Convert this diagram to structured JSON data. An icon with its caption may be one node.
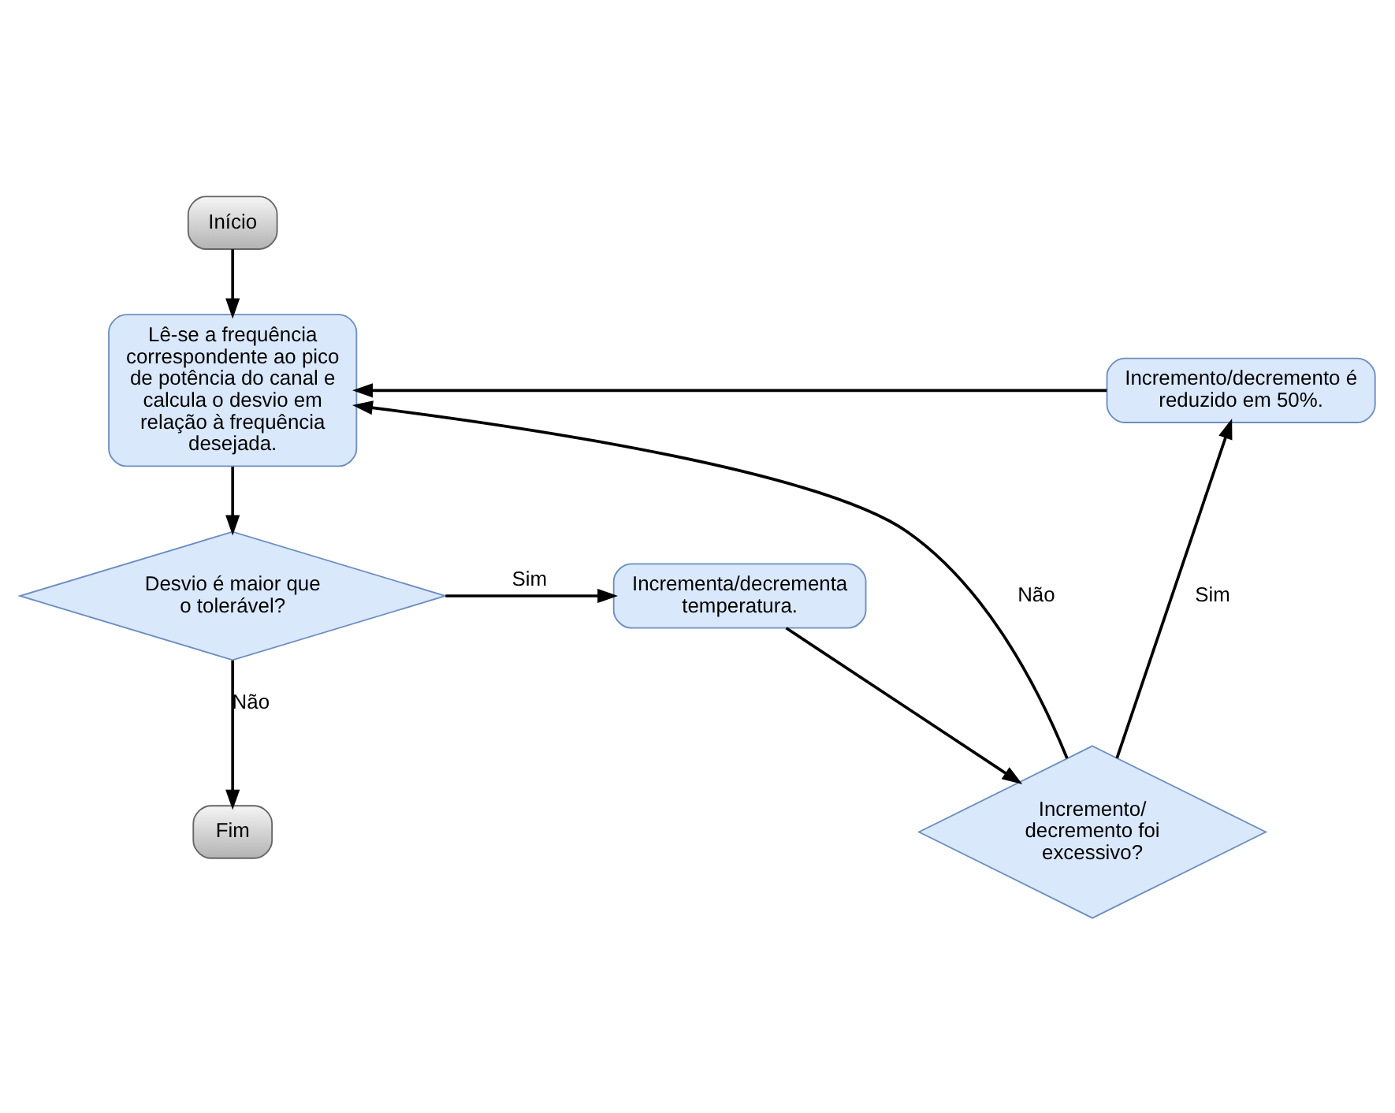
{
  "diagram": {
    "nodes": [
      {
        "text": [
          "Início"
        ]
      },
      {
        "text": [
          "Lê-se a frequência correspondente ao pico de potência do canal e calcula o desvio em relação à frequência desejada."
        ]
      },
      {
        "text": [
          "Desvio é maior que o tolerável?"
        ]
      },
      {
        "text": [
          "Incrementa/decrementa temperatura."
        ]
      },
      {
        "text": [
          "Incremento/ decremento foi excessivo?"
        ]
      },
      {
        "text": [
          "Incremento/decremento é reduzido em 50%."
        ]
      },
      {
        "text": [
          "Fim"
        ]
      }
    ],
    "edges": [
      {
        "from": 0,
        "to": 1,
        "arrow": "to"
      },
      {
        "from": 1,
        "to": 2,
        "arrow": "to"
      },
      {
        "from": 2,
        "to": 3,
        "label": "Sim",
        "arrow": "to"
      },
      {
        "from": 3,
        "to": 4,
        "arrow": "to"
      },
      {
        "from": 4,
        "to": 5,
        "label": "Sim",
        "arrow": "to"
      },
      {
        "from": 2,
        "to": 6,
        "label": "Não",
        "arrow": "to"
      },
      {
        "from": 4,
        "to": 1,
        "label": "Não",
        "arrow": "to"
      },
      {
        "from": 5,
        "to": 1,
        "arrow": "to"
      }
    ]
  }
}
